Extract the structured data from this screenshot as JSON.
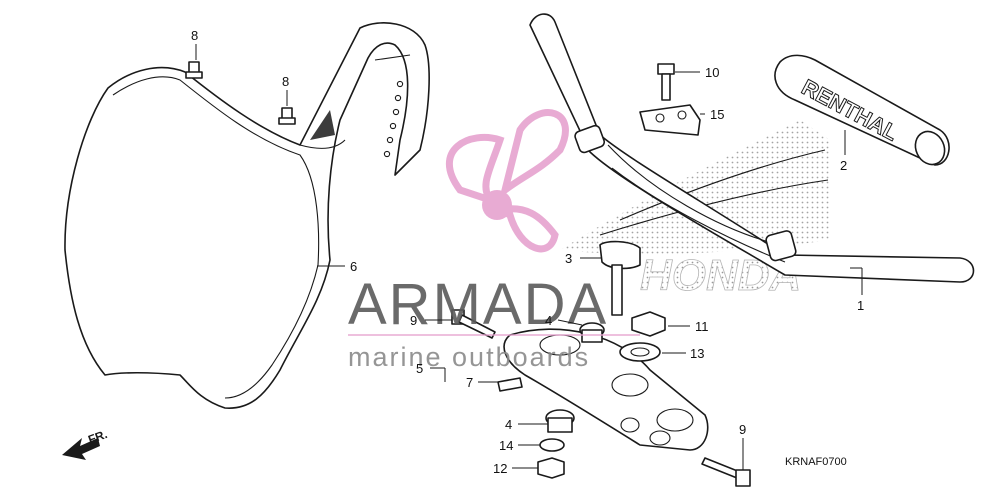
{
  "diagram": {
    "code": "KRNAF0700",
    "front_label": "FR.",
    "watermark": {
      "brand": "ARMADA",
      "tagline": "marine outboards"
    },
    "grip_brand": "RENTHAL",
    "logo_text": "HONDA",
    "callouts": {
      "c1": "1",
      "c2": "2",
      "c3": "3",
      "c4a": "4",
      "c4b": "4",
      "c5": "5",
      "c6": "6",
      "c7": "7",
      "c8a": "8",
      "c8b": "8",
      "c9a": "9",
      "c9b": "9",
      "c10": "10",
      "c11": "11",
      "c12": "12",
      "c13": "13",
      "c14": "14",
      "c15": "15"
    },
    "colors": {
      "line": "#1a1a1a",
      "watermark_pink": "#e6a3cf",
      "watermark_gray": "#5a5a5a",
      "dots": "#9a9a9a"
    }
  }
}
